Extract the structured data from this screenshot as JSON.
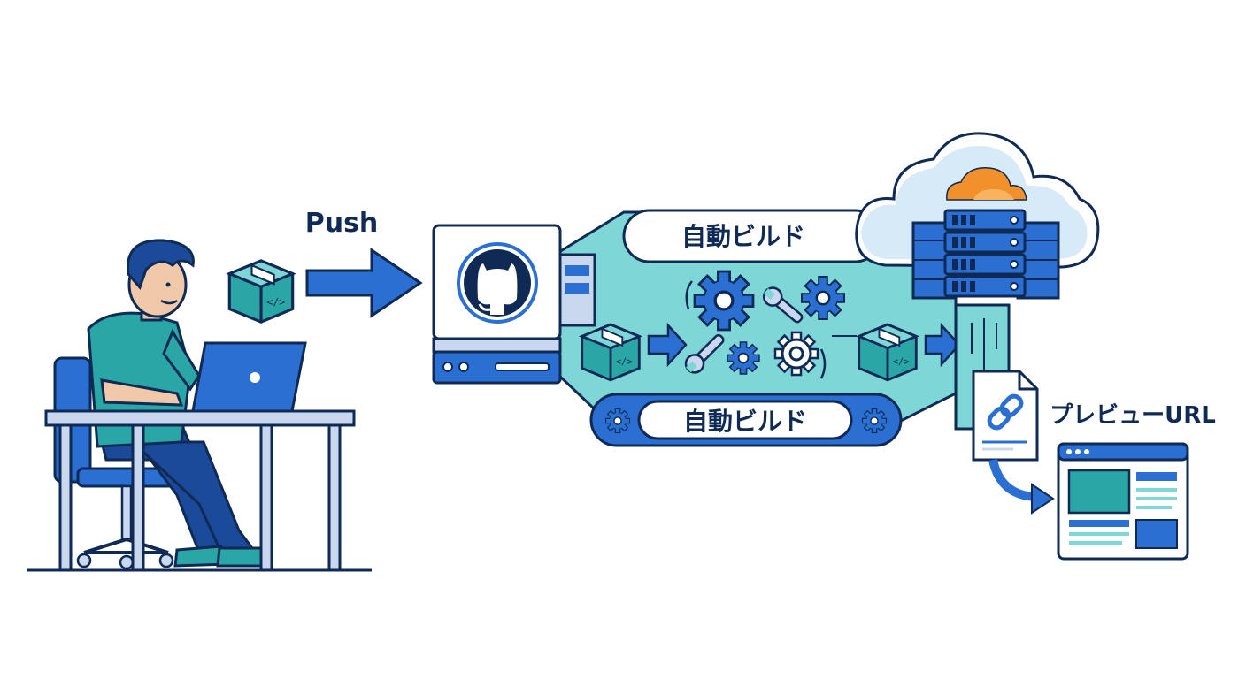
{
  "labels": {
    "push": "Push",
    "auto_build_top": "自動ビルド",
    "auto_build_bottom": "自動ビルド",
    "preview_url": "プレビューURL"
  },
  "colors": {
    "outline": "#0f2a55",
    "primary_blue": "#2a6fd1",
    "teal": "#2aa6a6",
    "light_teal": "#7fd6d6",
    "cloud_orange": "#f2902b",
    "background": "#ffffff"
  },
  "icons": {
    "developer": "person-with-laptop",
    "package": "code-package-box",
    "repo": "github-octocat-icon",
    "cloud": "cloudflare-cloud-icon",
    "server": "server-rack-icon",
    "link": "link-document-icon",
    "browser": "browser-window-icon"
  }
}
